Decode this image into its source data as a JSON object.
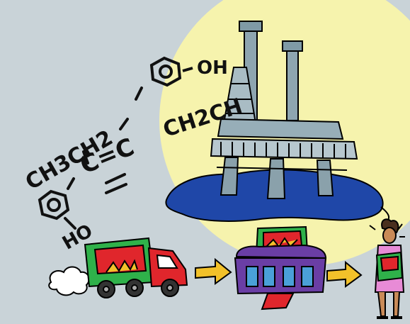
{
  "colors": {
    "background": "#c9d3d8",
    "moon": "#f6f3ad",
    "oil_slick": "#1f47a8",
    "truck_body": "#e0262c",
    "truck_box": "#2fb14a",
    "product_box_red": "#e0262c",
    "product_box_green": "#2fb14a",
    "arrow_yellow": "#f2c12a",
    "factory_purple": "#6a3ea5",
    "factory_blue": "#4aa0d8",
    "person_dress": "#e88bd6",
    "skin": "#c98a57"
  },
  "molecule": {
    "left_group": "CH3CH2",
    "bond_core": "C=C",
    "right_group": "CH2CH",
    "top_group": "OH",
    "bottom_group": "HO"
  }
}
